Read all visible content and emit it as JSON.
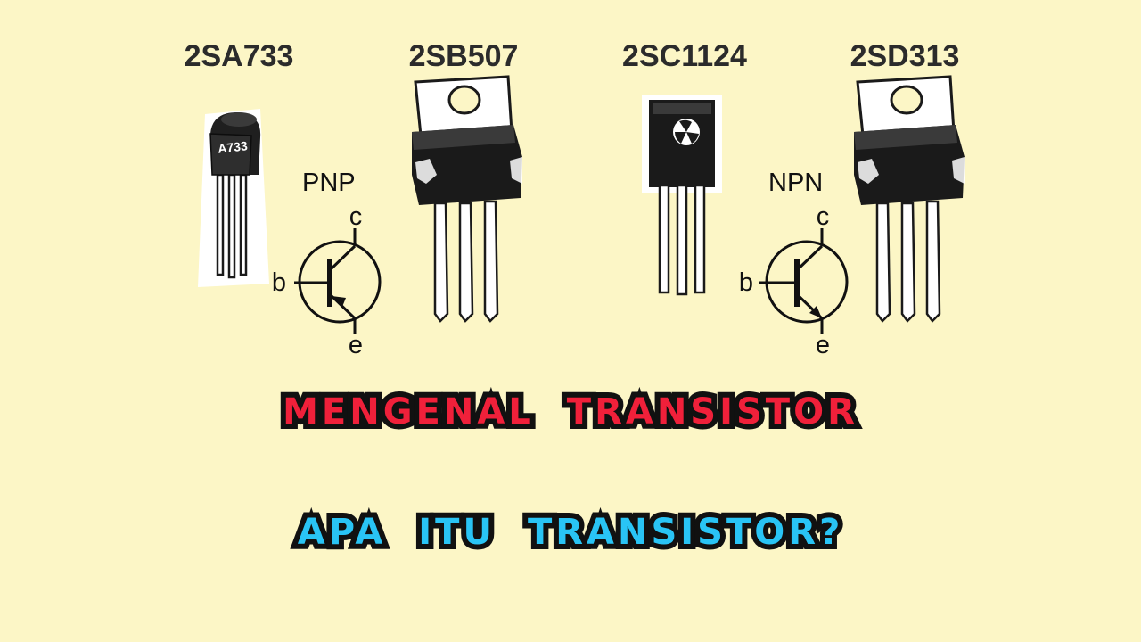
{
  "parts": {
    "part1": "2SA733",
    "part2": "2SB507",
    "part3": "2SC1124",
    "part4": "2SD313",
    "to92_marking": "A733"
  },
  "symbols": {
    "pnp": {
      "type": "PNP",
      "collector": "c",
      "base": "b",
      "emitter": "e"
    },
    "npn": {
      "type": "NPN",
      "collector": "c",
      "base": "b",
      "emitter": "e"
    }
  },
  "headline": {
    "line1_word1": "MENGENAL",
    "line1_word2": "TRANSISTOR",
    "line2_word1": "APA",
    "line2_word2": "ITU",
    "line2_word3": "TRANSISTOR?"
  },
  "colors": {
    "background": "#fcf6c6",
    "red": "#f0203a",
    "blue": "#29c4f5",
    "outline": "#111111",
    "package": "#1a1a1a",
    "metal": "#ffffff"
  }
}
